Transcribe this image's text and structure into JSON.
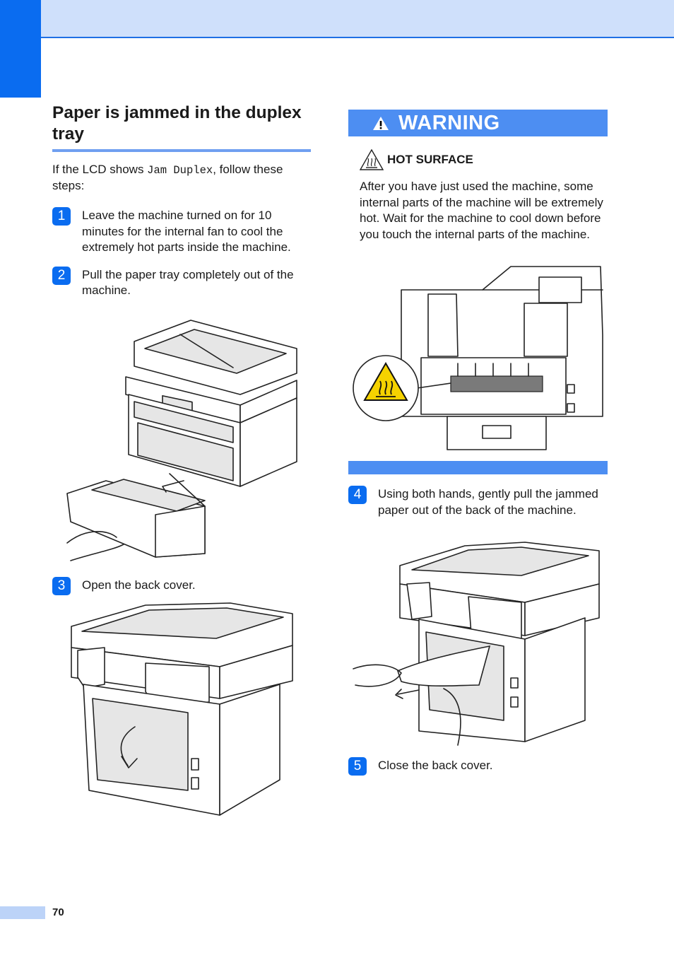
{
  "section": {
    "title": "Paper is jammed in the duplex tray",
    "intro_before": "If the LCD shows ",
    "intro_code": "Jam Duplex",
    "intro_after": ", follow these steps:"
  },
  "steps": [
    {
      "num": "1",
      "text": "Leave the machine turned on for 10 minutes for the internal fan to cool the extremely hot parts inside the machine."
    },
    {
      "num": "2",
      "text": "Pull the paper tray completely out of the machine."
    },
    {
      "num": "3",
      "text": "Open the back cover."
    },
    {
      "num": "4",
      "text": "Using both hands, gently pull the jammed paper out of the back of the machine."
    },
    {
      "num": "5",
      "text": "Close the back cover."
    }
  ],
  "warning": {
    "label": "WARNING",
    "subheading": "HOT SURFACE",
    "text": "After you have just used the machine, some internal parts of the machine will be extremely hot. Wait for the machine to cool down before you touch the internal parts of the machine."
  },
  "icons": [
    "warning-triangle-icon",
    "hot-surface-icon"
  ],
  "colors": {
    "accent": "#0a6cf0",
    "band": "#cfe0fb",
    "warning_bar": "#4d8ef2",
    "hazard_yellow": "#f5d200"
  },
  "page_number": "70"
}
